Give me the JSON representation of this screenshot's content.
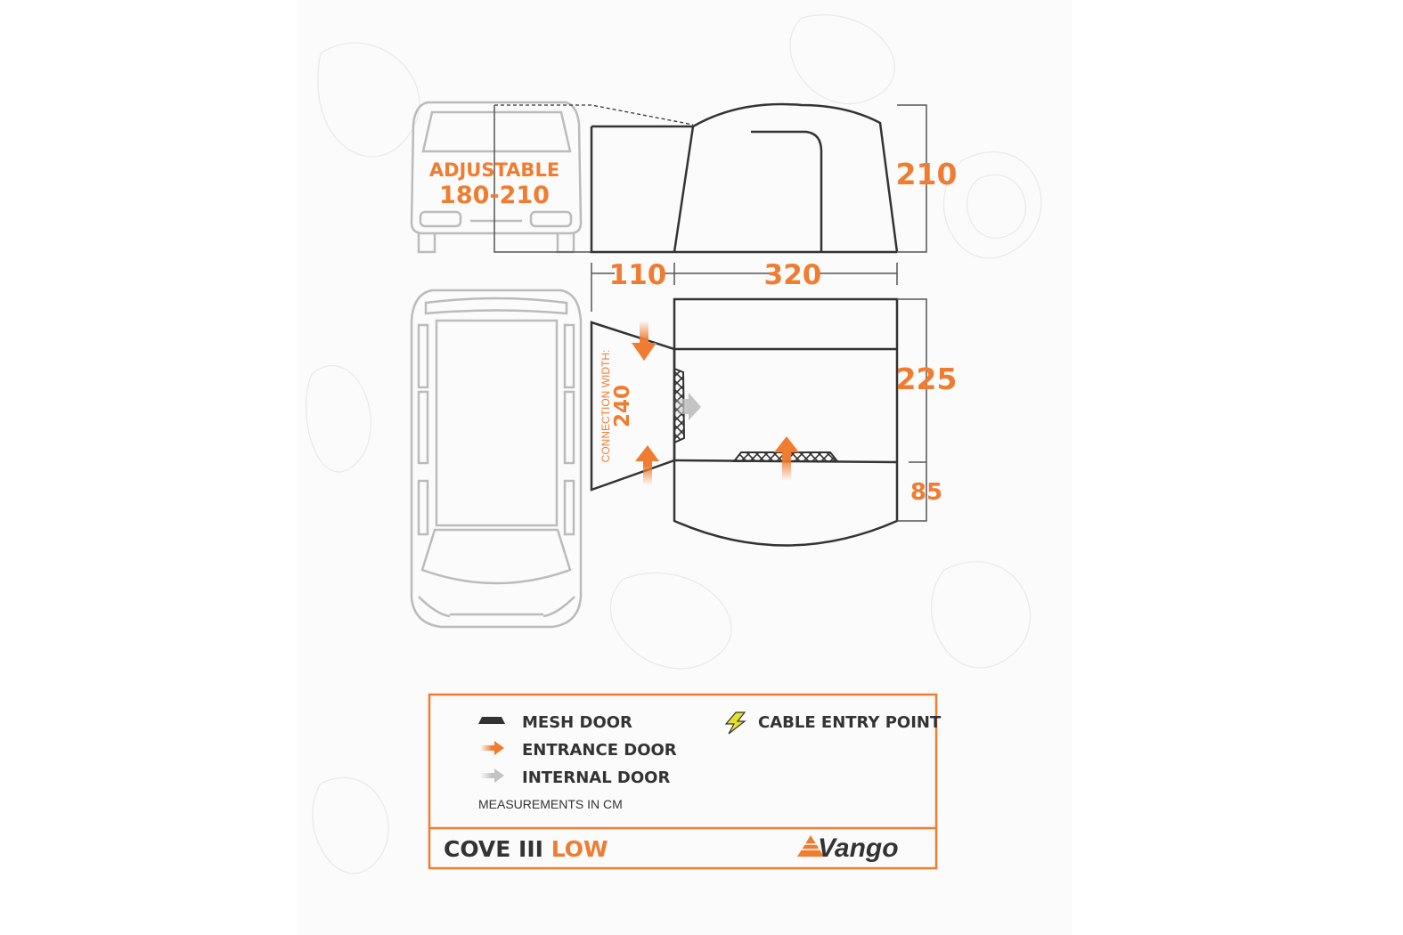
{
  "colors": {
    "accent": "#f07c31",
    "ink": "#333333",
    "internal": "#c4c4c4",
    "cable": "#e4e12e"
  },
  "side_view": {
    "adjustable_label": "ADJUSTABLE",
    "adjustable_range": "180-210",
    "height": "210",
    "annex_length": "110",
    "tent_length": "320"
  },
  "plan_view": {
    "connection_label": "CONNECTION WIDTH:",
    "connection_width": "240",
    "depth_main": "225",
    "depth_porch": "85"
  },
  "legend": {
    "items": [
      {
        "icon": "mesh-door-icon",
        "label": "MESH DOOR"
      },
      {
        "icon": "entrance-arrow-icon",
        "label": "ENTRANCE DOOR"
      },
      {
        "icon": "internal-arrow-icon",
        "label": "INTERNAL DOOR"
      },
      {
        "icon": "lightning-icon",
        "label": "CABLE ENTRY POINT"
      }
    ],
    "units_note": "MEASUREMENTS IN CM",
    "product_name": "COVE III",
    "product_variant": "LOW",
    "brand": "Vango"
  }
}
